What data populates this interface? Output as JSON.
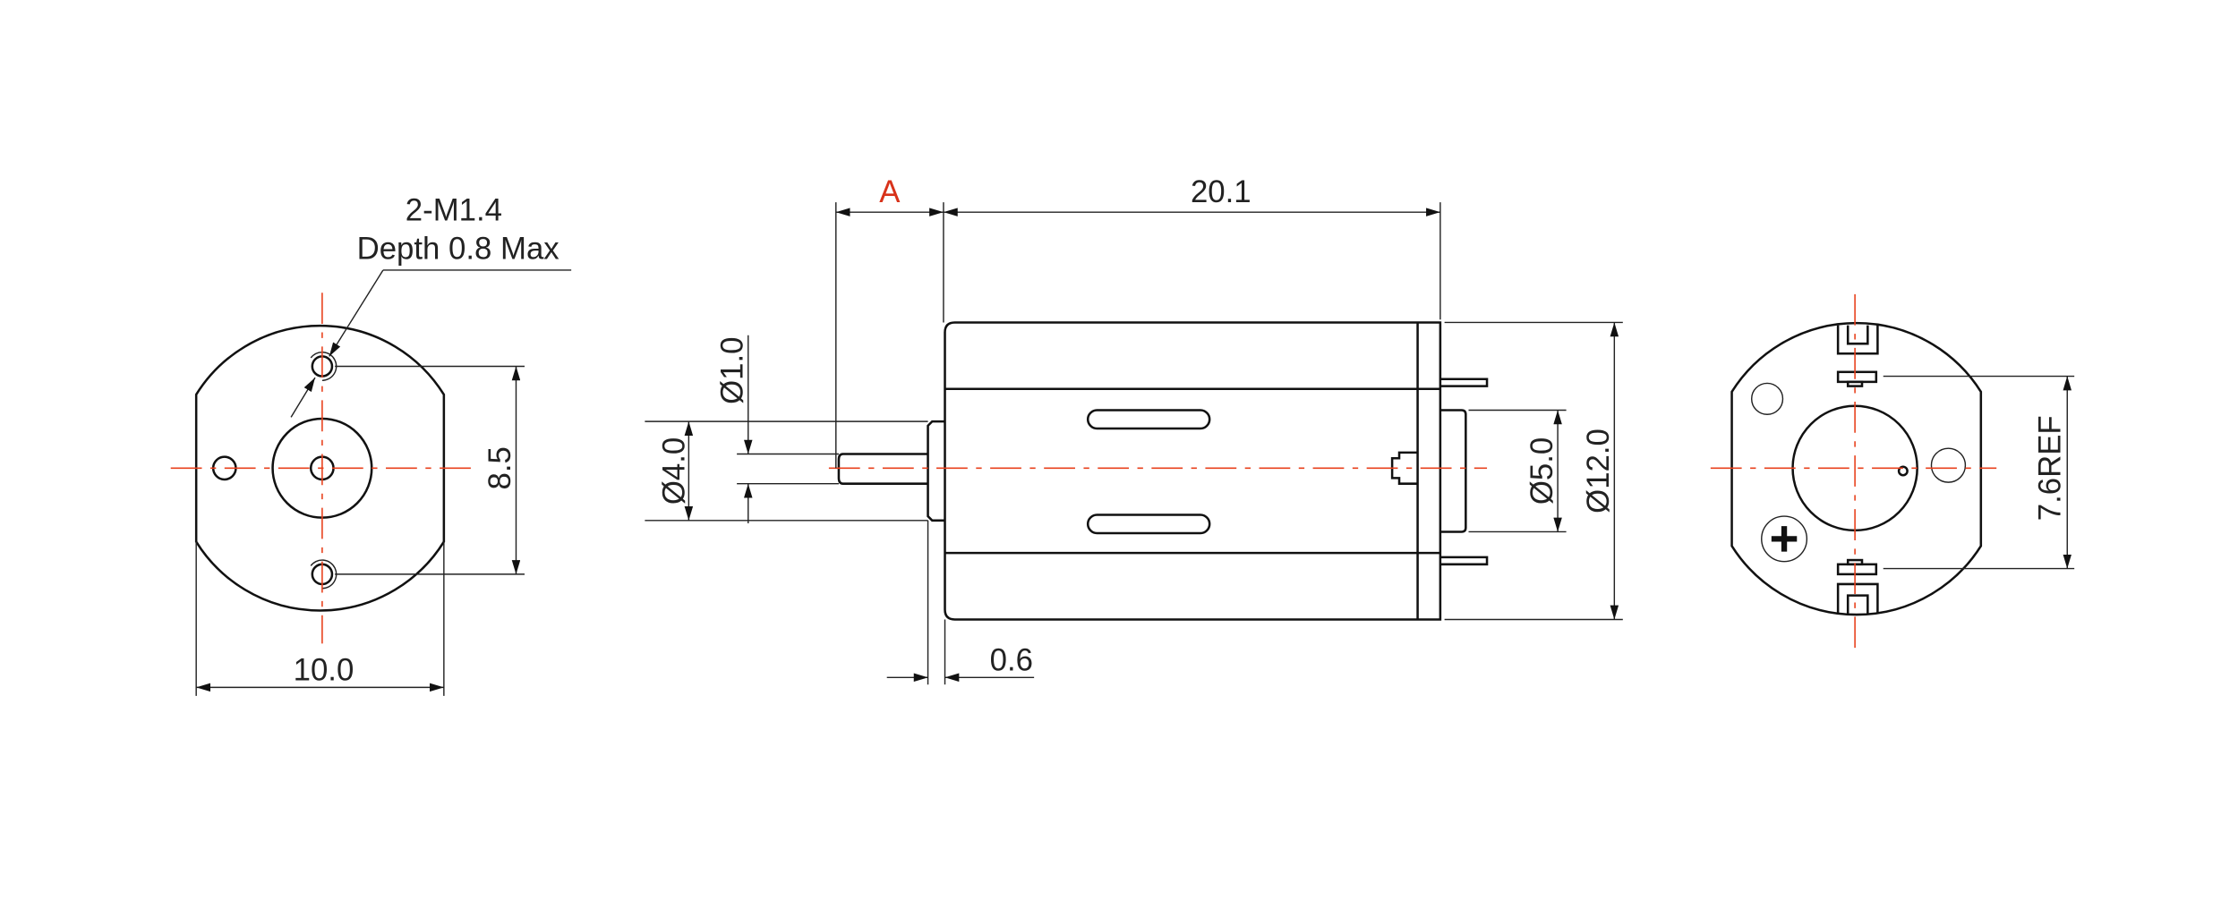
{
  "front_view": {
    "thread_callout": "2-M1.4",
    "thread_depth": "Depth 0.8 Max",
    "hole_spacing": "8.5",
    "width": "10.0"
  },
  "side_view": {
    "shaft_length": "A",
    "body_length": "20.1",
    "shaft_diameter": "Ø1.0",
    "boss_diameter": "Ø4.0",
    "boss_thickness": "0.6",
    "rear_boss_diameter": "Ø5.0",
    "body_diameter": "Ø12.0"
  },
  "rear_view": {
    "terminal_spacing": "7.6REF"
  },
  "colors": {
    "centerline": "#e8401c",
    "highlight_label": "#d8321a",
    "outline": "#111111"
  }
}
